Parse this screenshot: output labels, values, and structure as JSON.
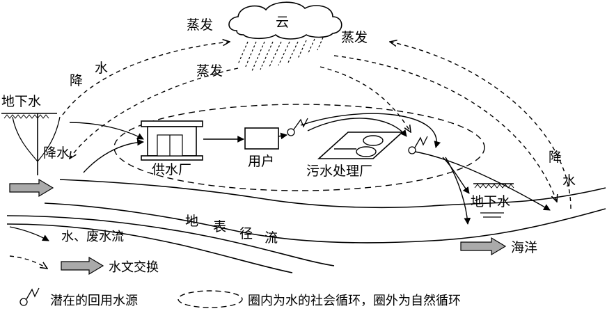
{
  "labels": {
    "cloud": "云",
    "evaporation_left_top": "蒸发",
    "evaporation_left_bottom": "蒸发",
    "evaporation_right": "蒸发",
    "groundwater_left": "地下水",
    "precip_left_top_1": "降",
    "precip_left_top_2": "水",
    "precip_left_bottom": "降水",
    "precip_right_1": "降",
    "precip_right_2": "水",
    "water_plant": "供水厂",
    "users": "用户",
    "sewage_plant": "污水处理厂",
    "groundwater_right": "地下水",
    "surface_runoff_1": "地",
    "surface_runoff_2": "表",
    "surface_runoff_3": "径",
    "surface_runoff_4": "流",
    "ocean": "海洋"
  },
  "legend": {
    "water_flow": "水、废水流",
    "hydro_exchange": "水文交换",
    "reuse_source": "潜在的回用水源",
    "cycle_note": "圈内为水的社会循环，圈外为自然循环"
  }
}
